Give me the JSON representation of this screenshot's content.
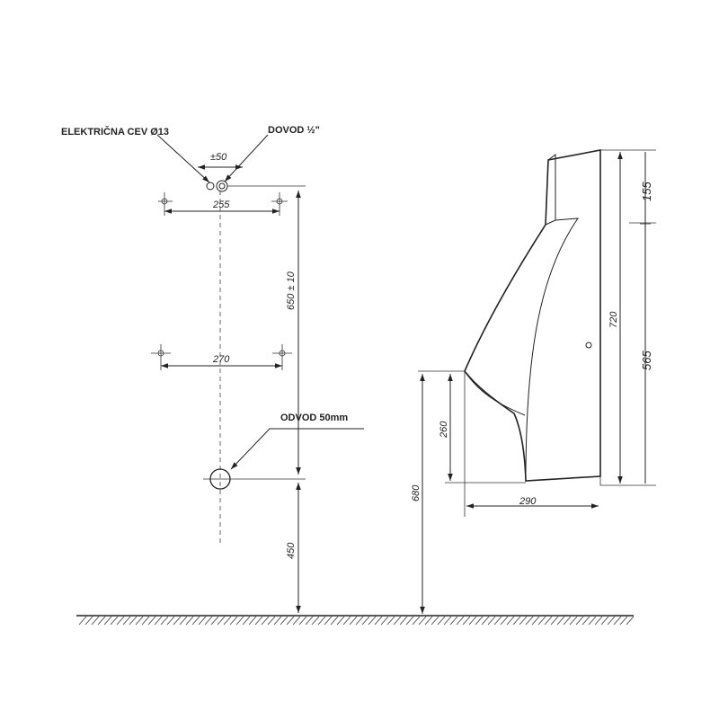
{
  "labels": {
    "electric_pipe": "ELEKTRIČNA CEV Ø13",
    "supply": "DOVOD ½\"",
    "drain": "ODVOD  50mm"
  },
  "dimensions": {
    "tolerance_50": "±50",
    "width_255": "255",
    "width_270": "270",
    "height_650": "650 ± 10",
    "height_450": "450",
    "height_680": "680",
    "height_260": "260",
    "depth_290": "290",
    "height_720": "720",
    "height_155": "155",
    "height_565": "565"
  }
}
